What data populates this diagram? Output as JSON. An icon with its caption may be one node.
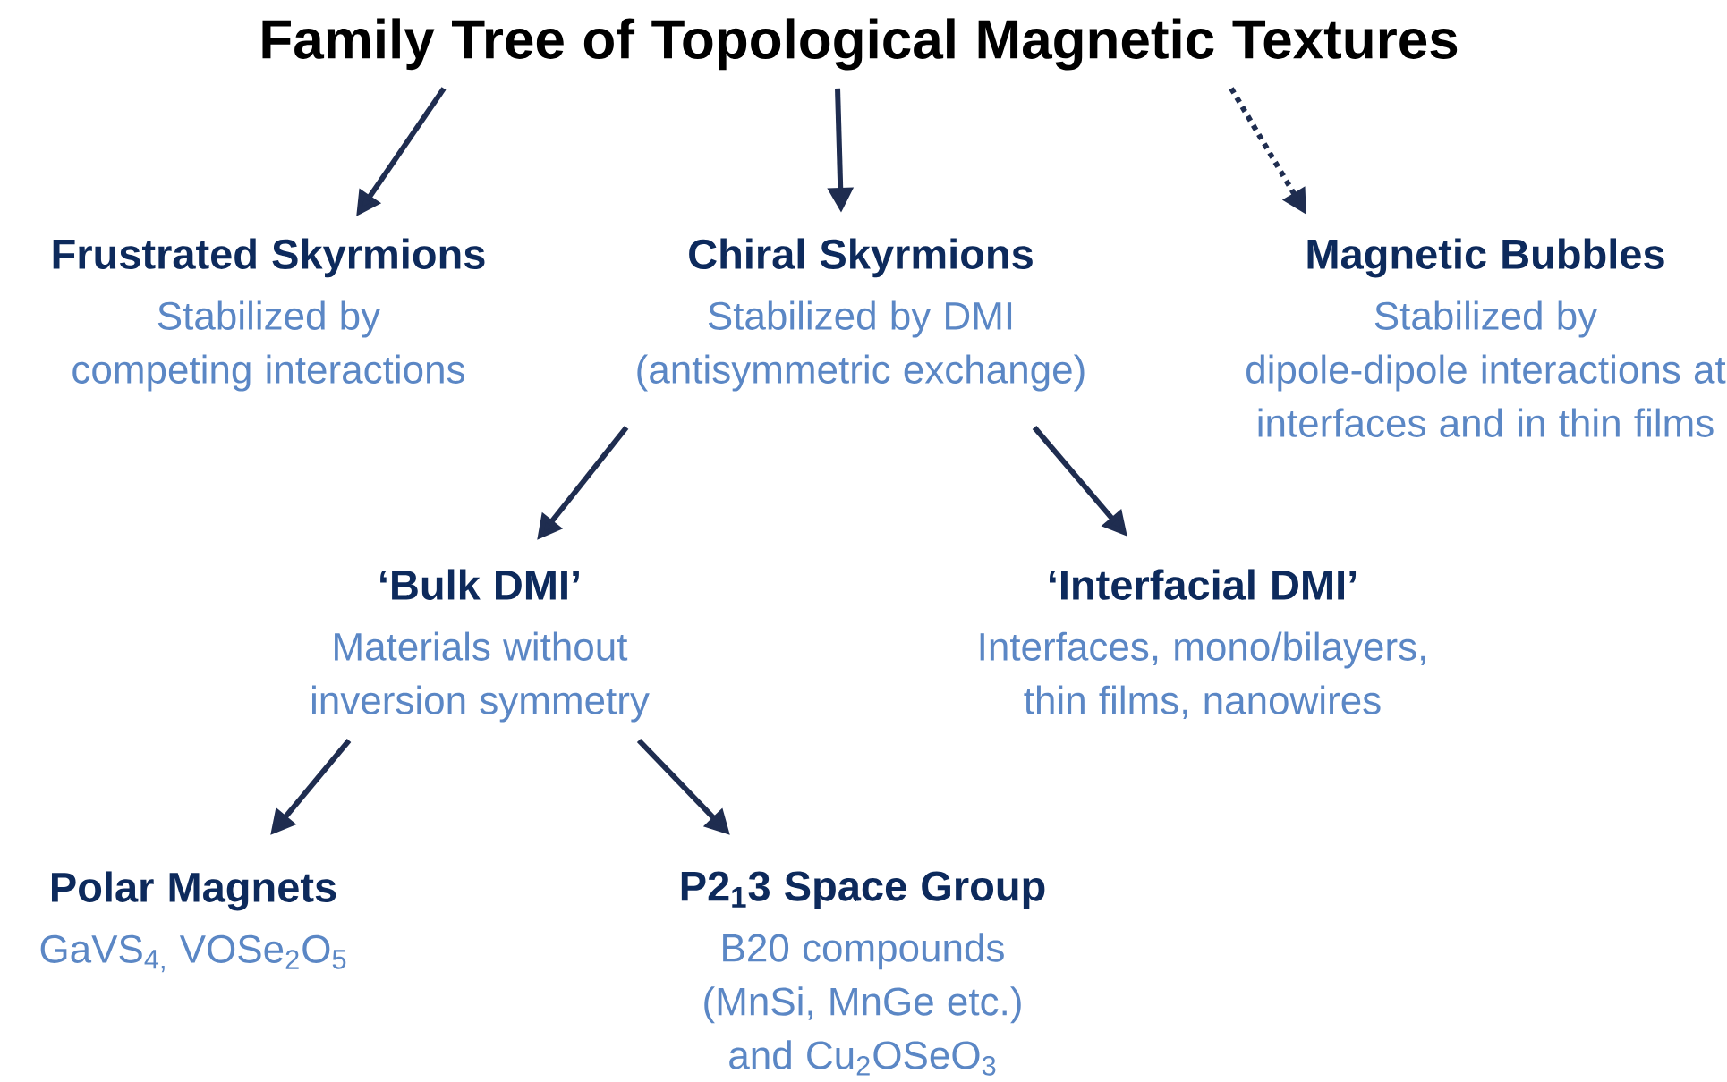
{
  "diagram": {
    "nodes": [
      {
        "text": [
          "Family Tree of Topological Magnetic Textures"
        ]
      },
      {
        "text": [
          "Frustrated Skyrmions",
          "Stabilized by competing interactions"
        ]
      },
      {
        "text": [
          "Chiral Skyrmions",
          "Stabilized by DMI (antisymmetric exchange)"
        ]
      },
      {
        "text": [
          "Magnetic Bubbles",
          "Stabilized by dipole-dipole interactions at interfaces and in thin films"
        ]
      },
      {
        "text": [
          "‘Bulk DMI’",
          "Materials without inversion symmetry"
        ]
      },
      {
        "text": [
          "‘Interfacial DMI’",
          "Interfaces, mono/bilayers, thin films, nanowires"
        ]
      },
      {
        "text": [
          "Polar Magnets",
          "GaVS$_{4,}$ VOSe$_{2}$O$_{5}$"
        ]
      },
      {
        "text": [
          "P2$_{1}$3 Space Group",
          "B20 compounds (MnSi, MnGe etc.) and Cu$_{2}$OSeO$_{3}$"
        ]
      }
    ],
    "edges": [
      {
        "from": 0,
        "to": 1,
        "arrow": "to"
      },
      {
        "from": 0,
        "to": 2,
        "arrow": "to"
      },
      {
        "from": 0,
        "to": 3,
        "arrow": "to",
        "style": "dashed"
      },
      {
        "from": 2,
        "to": 4,
        "arrow": "to"
      },
      {
        "from": 2,
        "to": 5,
        "arrow": "to"
      },
      {
        "from": 4,
        "to": 6,
        "arrow": "to"
      },
      {
        "from": 4,
        "to": 7,
        "arrow": "to"
      }
    ]
  }
}
